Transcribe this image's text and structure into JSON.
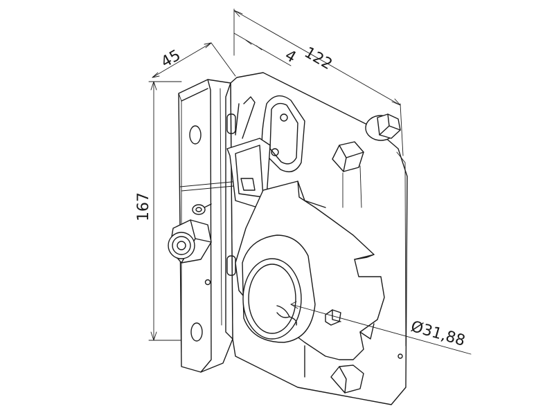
{
  "drawing": {
    "dimensions": {
      "overall_width": "122",
      "flange_depth": "45",
      "plate_thickness": "4",
      "height": "167",
      "bore_diameter": "Ø31,88"
    }
  }
}
